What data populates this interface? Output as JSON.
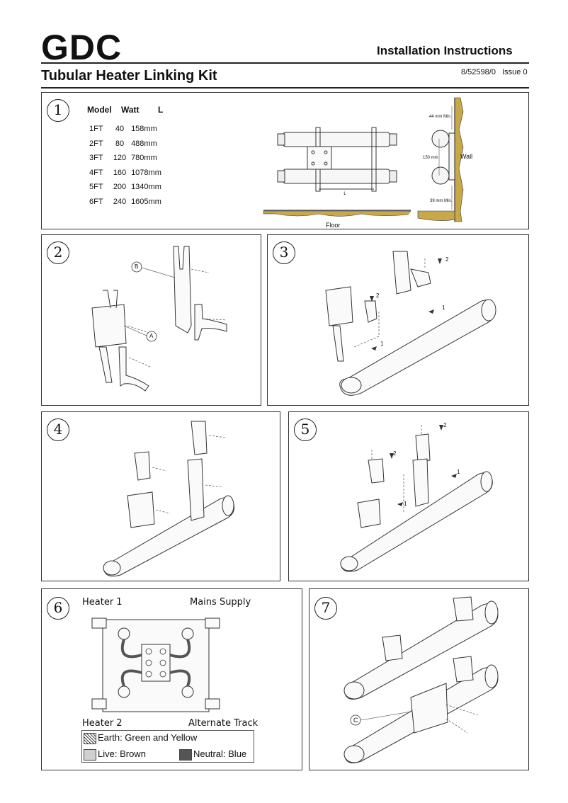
{
  "header": {
    "logo": "GDC",
    "doc_type": "Installation Instructions",
    "title": "Tubular Heater Linking Kit",
    "reference": "8/52598/0",
    "issue": "Issue 0"
  },
  "step1": {
    "number": "1",
    "table": {
      "headers": [
        "Model",
        "Watt",
        "L"
      ],
      "rows": [
        [
          "1FT",
          "40",
          "158mm"
        ],
        [
          "2FT",
          "80",
          "488mm"
        ],
        [
          "3FT",
          "120",
          "780mm"
        ],
        [
          "4FT",
          "160",
          "1078mm"
        ],
        [
          "5FT",
          "200",
          "1340mm"
        ],
        [
          "6FT",
          "240",
          "1605mm"
        ]
      ]
    },
    "dim_L": "L",
    "floor_label": "Floor",
    "wall_label": "Wall",
    "dim_top": "44 mm Min.",
    "dim_mid": "150 mm",
    "dim_bottom": "39 mm Min."
  },
  "step2": {
    "number": "2",
    "label_b": "B",
    "label_a": "A"
  },
  "step3": {
    "number": "3",
    "arrow_1": "1",
    "arrow_2": "2"
  },
  "step4": {
    "number": "4"
  },
  "step5": {
    "number": "5",
    "arrow_1": "1",
    "arrow_2": "2"
  },
  "step6": {
    "number": "6",
    "heater1": "Heater 1",
    "mains": "Mains Supply",
    "heater2": "Heater 2",
    "alternate": "Alternate Track",
    "legend": {
      "earth": "Earth: Green and Yellow",
      "live": "Live: Brown",
      "neutral": "Neutral: Blue"
    }
  },
  "step7": {
    "number": "7",
    "label_c": "C"
  },
  "colors": {
    "live": "#d0d0d0",
    "neutral": "#555555",
    "line": "#333333"
  }
}
